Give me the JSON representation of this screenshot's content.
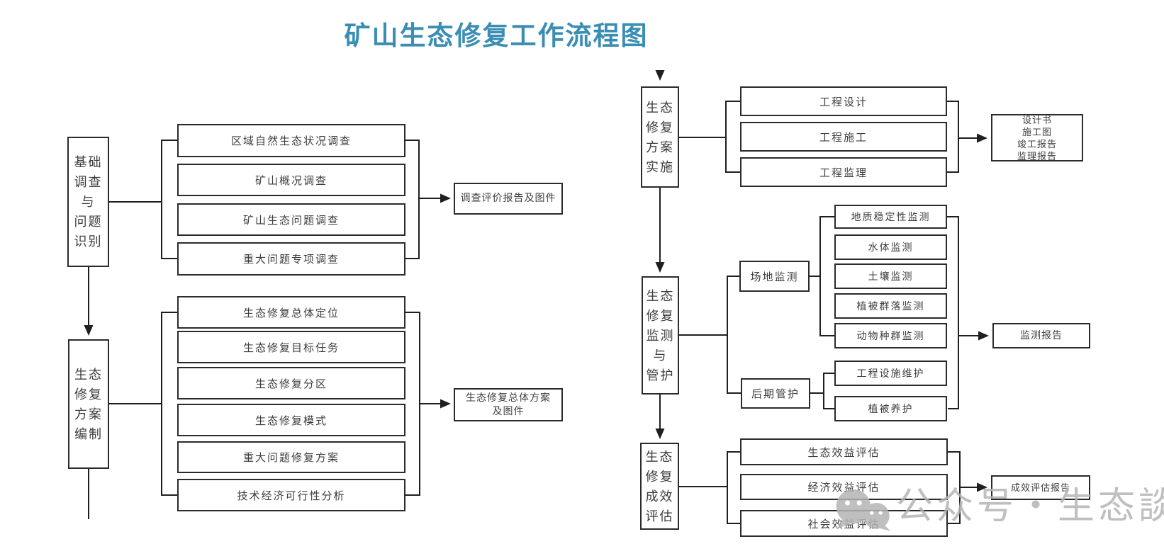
{
  "title": "矿山生态修复工作流程图",
  "colors": {
    "title": "#3a8db3",
    "line": "#1f1f1f",
    "border": "#2b2b2b",
    "text": "#3d3d3d",
    "watermark": "#b4b4b4"
  },
  "stages": {
    "s1": {
      "label": "基础\n调查\n与\n问题\n识别"
    },
    "s2": {
      "label": "生态\n修复\n方案\n编制"
    },
    "s3": {
      "label": "生态\n修复\n方案\n实施"
    },
    "s4": {
      "label": "生态\n修复\n监测\n与\n管护"
    },
    "s5": {
      "label": "生态\n修复\n成效\n评估"
    }
  },
  "groups": {
    "survey_items": [
      "区域自然生态状况调查",
      "矿山概况调查",
      "矿山生态问题调查",
      "重大问题专项调查"
    ],
    "survey_output": "调查评价报告及图件",
    "plan_items": [
      "生态修复总体定位",
      "生态修复目标任务",
      "生态修复分区",
      "生态修复模式",
      "重大问题修复方案",
      "技术经济可行性分析"
    ],
    "plan_output": "生态修复总体方案\n及图件",
    "impl_items": [
      "工程设计",
      "工程施工",
      "工程监理"
    ],
    "impl_output": "设计书\n施工图\n竣工报告\n监理报告",
    "monitor_site": "场地监测",
    "monitor_site_items": [
      "地质稳定性监测",
      "水体监测",
      "土壤监测",
      "植被群落监测",
      "动物种群监测"
    ],
    "monitor_care": "后期管护",
    "monitor_care_items": [
      "工程设施维护",
      "植被养护"
    ],
    "monitor_output": "监测报告",
    "eval_items": [
      "生态效益评估",
      "经济效益评估",
      "社会效益评估"
    ],
    "eval_output": "成效评估报告"
  },
  "watermark": {
    "text": "公众号・生态談",
    "logo": "wechat-logo"
  }
}
